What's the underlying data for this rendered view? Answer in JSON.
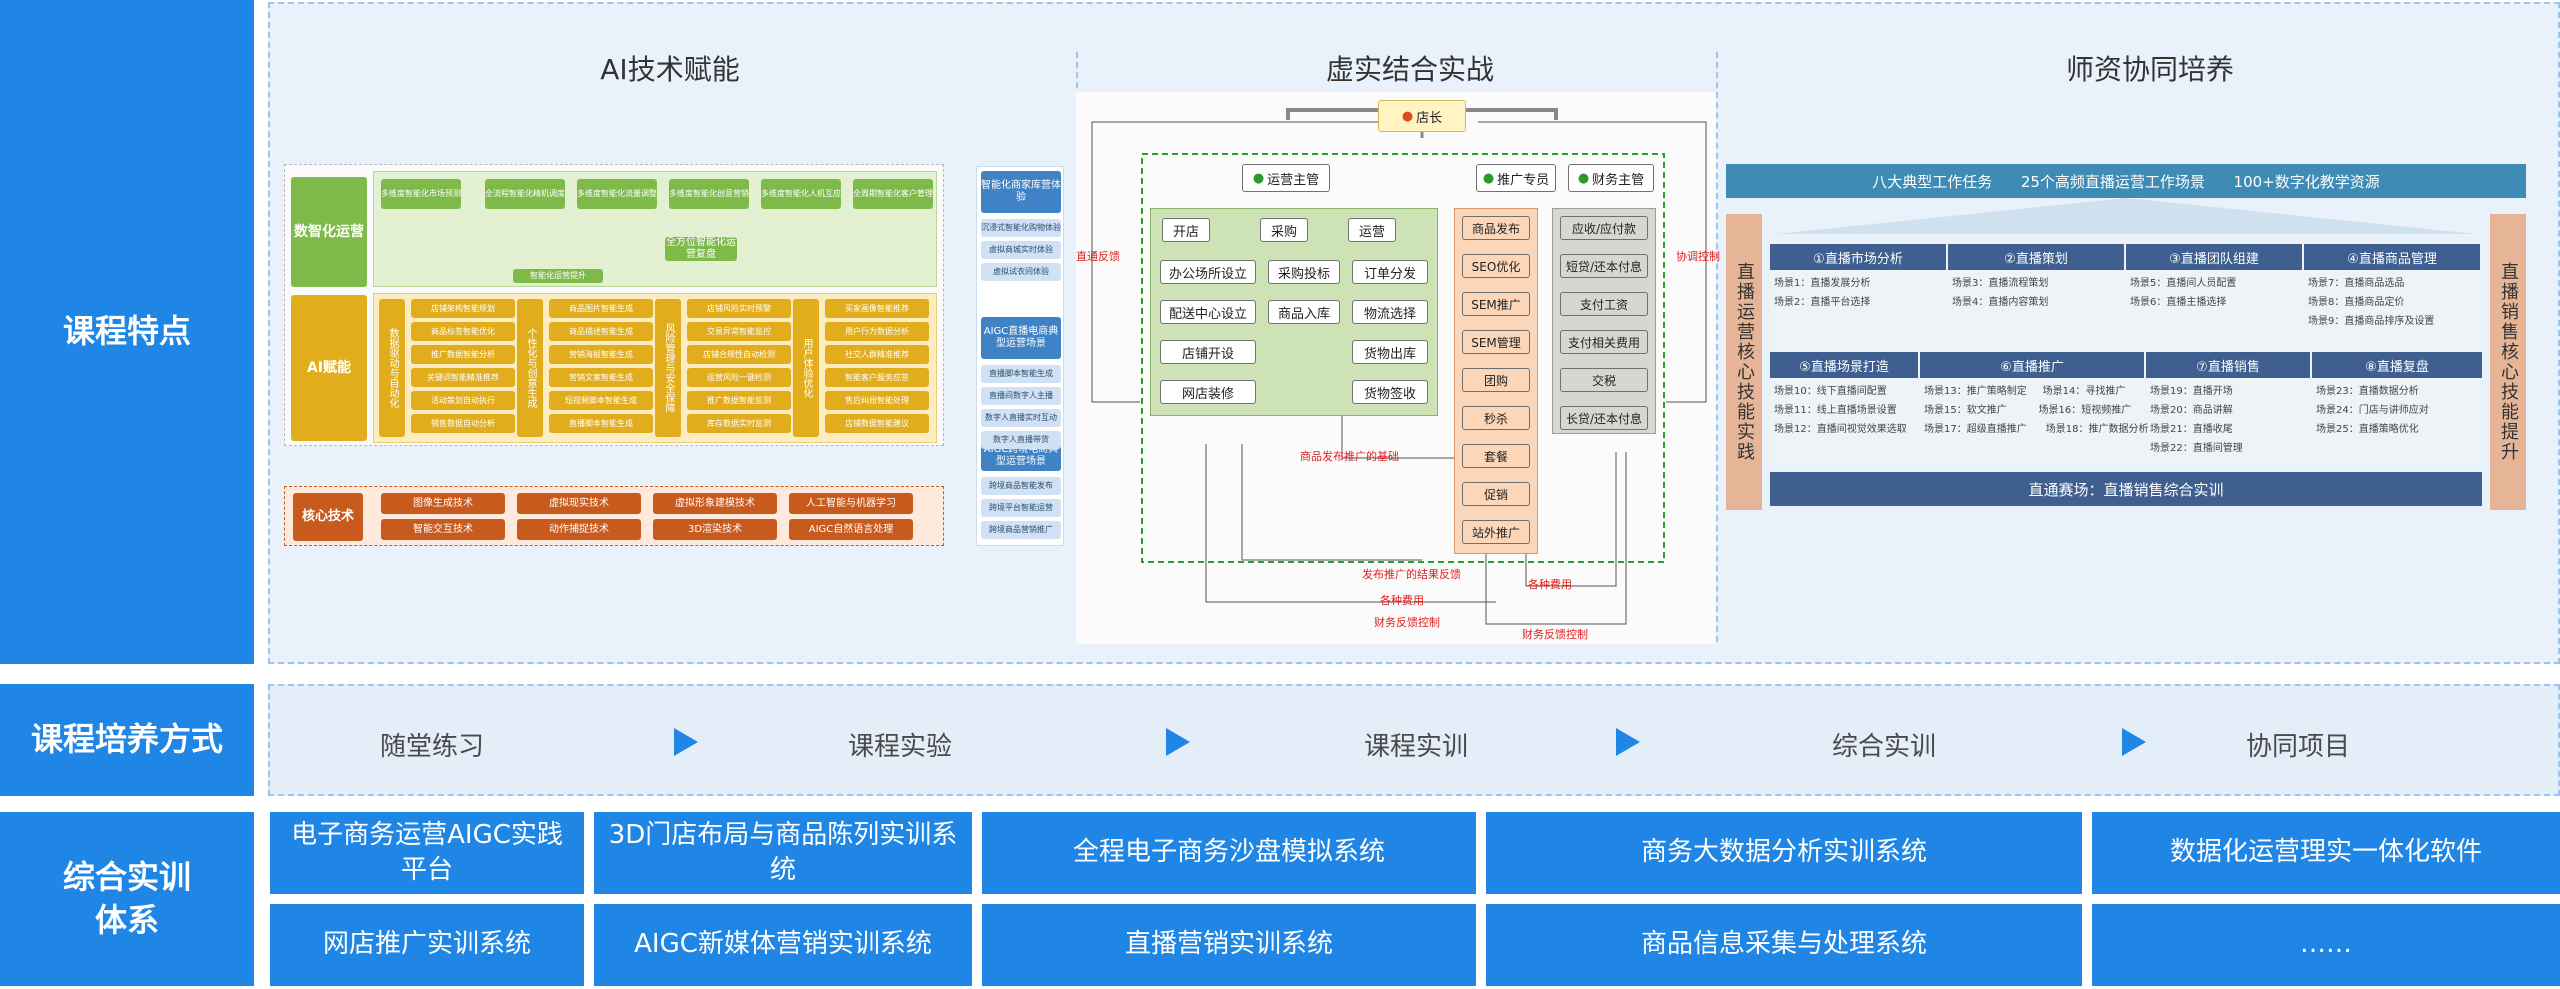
{
  "rows": {
    "features": "课程特点",
    "methods": "课程培养方式",
    "training": "综合实训体系"
  },
  "sections": {
    "ai": "AI技术赋能",
    "vr": "虚实结合实战",
    "teacher": "师资协同培养"
  },
  "ai": {
    "digital_label": "数智化运营",
    "digital_boxes": [
      "多维度智能化市场预测",
      "全流程智能化精机调度",
      "多维度智能化流量调整",
      "多维度智能化创意营销",
      "多维度智能化人机互应",
      "全周期智能化客户管理"
    ],
    "digital_sub1": "全方位智能化运营复盘",
    "digital_sub2": "智能化运营提升",
    "ai_label": "AI赋能",
    "ai_cols": [
      {
        "title": "数据驱动与自动化",
        "items": [
          "店铺架构智能规划",
          "商品标签智能优化",
          "推广数据智能分析",
          "关键词智能精准推荐",
          "活动策划自动执行",
          "销售数据自动分析"
        ]
      },
      {
        "title": "个性化与创意生成",
        "items": [
          "商品图片智能生成",
          "商品描述智能生成",
          "营销海报智能生成",
          "营销文案智能生成",
          "短视频脚本智能生成",
          "直播脚本智能生成"
        ]
      },
      {
        "title": "风险管理与安全保障",
        "items": [
          "店铺风险实时预警",
          "交易异常智能监控",
          "店铺合规性自动检测",
          "运营风险一键检测",
          "推广数据智能监测",
          "库存数据实时监测"
        ]
      },
      {
        "title": "用户体验优化",
        "items": [
          "买家画像智能推荐",
          "用户行为数据分析",
          "社交人群精准推荐",
          "智能客户服务应答",
          "售后纠纷智能处理",
          "店铺数据智能建议"
        ]
      }
    ],
    "core_label": "核心技术",
    "core_techs": [
      "图像生成技术",
      "虚拟现实技术",
      "虚拟形象建模技术",
      "人工智能与机器学习",
      "智能交互技术",
      "动作捕捉技术",
      "3D渲染技术",
      "AIGC自然语言处理"
    ],
    "side_head1": "智能化商家库营体验",
    "side_items1": [
      "沉浸式智能化购物体验",
      "虚拟商城实时体验",
      "虚拟试衣间体验"
    ],
    "side_head2": "AIGC直播电商典型运营场景",
    "side_items2": [
      "直播脚本智能生成",
      "直播间数字人主播",
      "数字人直播实时互动",
      "数字人直播带货"
    ],
    "side_head3": "AIGC跨境电商典型运营场景",
    "side_items3": [
      "跨境商品智能发布",
      "跨境平台智能运营",
      "跨境商品营销推广"
    ]
  },
  "vr": {
    "top": "店长",
    "heads": [
      "运营主管",
      "推广专员",
      "财务主管"
    ],
    "ops_top": [
      "开店",
      "采购",
      "运营"
    ],
    "ops_col1": [
      "办公场所设立",
      "配送中心设立",
      "店铺开设",
      "网店装修"
    ],
    "ops_col2": [
      "采购投标",
      "商品入库"
    ],
    "ops_col3": [
      "订单分发",
      "物流选择",
      "货物出库",
      "货物签收"
    ],
    "promo": [
      "商品发布",
      "SEO优化",
      "SEM推广",
      "SEM管理",
      "团购",
      "秒杀",
      "套餐",
      "促销",
      "站外推广"
    ],
    "finance": [
      "应收/应付款",
      "短贷/还本付息",
      "支付工资",
      "支付相关费用",
      "交税",
      "长贷/还本付息"
    ],
    "notes": [
      "直通反馈",
      "协调控制",
      "商品发布推广的基础",
      "发布推广的结果反馈",
      "各种费用",
      "财务反馈控制",
      "各种费用",
      "财务反馈控制"
    ]
  },
  "teacher": {
    "banner": "八大典型工作任务      25个高频直播运营工作场景      100+数字化教学资源",
    "left_vertical": "直播运营核心技能实践",
    "right_vertical": "直播销售核心技能提升",
    "tasks_row1": [
      {
        "head": "①直播市场分析",
        "body": "场景1：直播发展分析\n场景2：直播平台选择"
      },
      {
        "head": "②直播策划",
        "body": "场景3：直播流程策划\n场景4：直播内容策划"
      },
      {
        "head": "③直播团队组建",
        "body": "场景5：直播间人员配置\n场景6：直播主播选择"
      },
      {
        "head": "④直播商品管理",
        "body": "场景7：直播商品选品\n场景8：直播商品定价\n场景9：直播商品排序及设置"
      }
    ],
    "tasks_row2": [
      {
        "head": "⑤直播场景打造",
        "body": "场景10：线下直播间配置\n场景11：线上直播场景设置\n场景12：直播间视觉效果选取"
      },
      {
        "head": "⑥直播推广",
        "body": "场景13：推广策略制定     场景14：寻找推广\n场景15：软文推广          场景16：短视频推广\n场景17：超级直播推广      场景18：推广数据分析"
      },
      {
        "head": "⑦直播销售",
        "body": "场景19：直播开场\n场景20：商品讲解\n场景21：直播收尾\n场景22：直播间管理"
      },
      {
        "head": "⑧直播复盘",
        "body": "场景23：直播数据分析\n场景24：门店与讲师应对\n场景25：直播策略优化"
      }
    ],
    "footer": "直通赛场：直播销售综合实训"
  },
  "methods": [
    "随堂练习",
    "课程实验",
    "课程实训",
    "综合实训",
    "协同项目"
  ],
  "training": {
    "row1": [
      "电子商务运营AIGC实践平台",
      "3D门店布局与商品陈列实训系统",
      "全程电子商务沙盘模拟系统",
      "商务大数据分析实训系统",
      "数据化运营理实一体化软件"
    ],
    "row2": [
      "网店推广实训系统",
      "AIGC新媒体营销实训系统",
      "直播营销实训系统",
      "商品信息采集与处理系统",
      "……"
    ]
  },
  "colors": {
    "primary": "#1f86e6",
    "green": "#7dba4a",
    "gold": "#e2ad1c",
    "orange": "#c85a1e",
    "tan": "#dfa27c",
    "navy": "#3e5f8f"
  }
}
